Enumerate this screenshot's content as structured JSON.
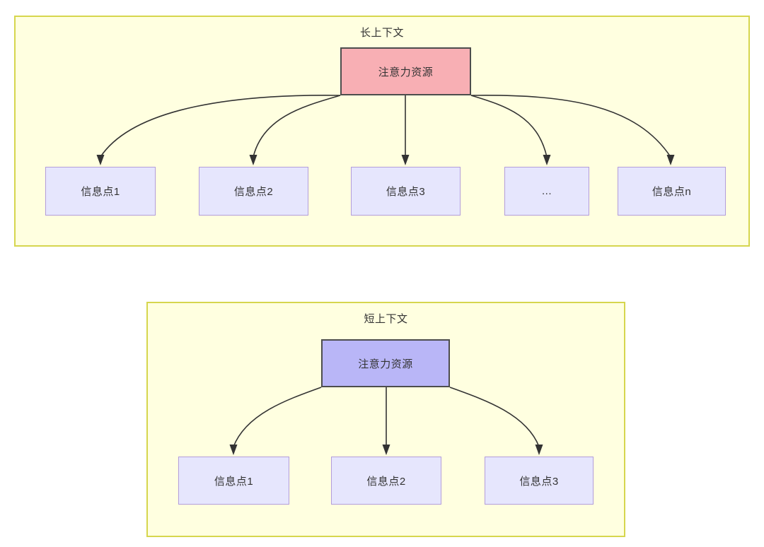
{
  "diagram": {
    "type": "flowchart",
    "background": "#ffffff",
    "colors": {
      "group_fill": "#ffffe0",
      "group_border": "#d6d64e",
      "attention_long_fill": "#f8afb4",
      "attention_short_fill": "#b9b6f7",
      "node_border_strong": "#4d4d4d",
      "info_fill": "#e6e6fd",
      "info_border": "#b39ddb",
      "edge_stroke": "#333333",
      "text": "#333333"
    },
    "groups": [
      {
        "id": "long-context",
        "title": "长上下文",
        "root": {
          "id": "attn-long",
          "label": "注意力资源"
        },
        "children": [
          {
            "id": "long-info-1",
            "label": "信息点1"
          },
          {
            "id": "long-info-2",
            "label": "信息点2"
          },
          {
            "id": "long-info-3",
            "label": "信息点3"
          },
          {
            "id": "long-info-4",
            "label": "..."
          },
          {
            "id": "long-info-5",
            "label": "信息点n"
          }
        ]
      },
      {
        "id": "short-context",
        "title": "短上下文",
        "root": {
          "id": "attn-short",
          "label": "注意力资源"
        },
        "children": [
          {
            "id": "short-info-1",
            "label": "信息点1"
          },
          {
            "id": "short-info-2",
            "label": "信息点2"
          },
          {
            "id": "short-info-3",
            "label": "信息点3"
          }
        ]
      }
    ]
  }
}
